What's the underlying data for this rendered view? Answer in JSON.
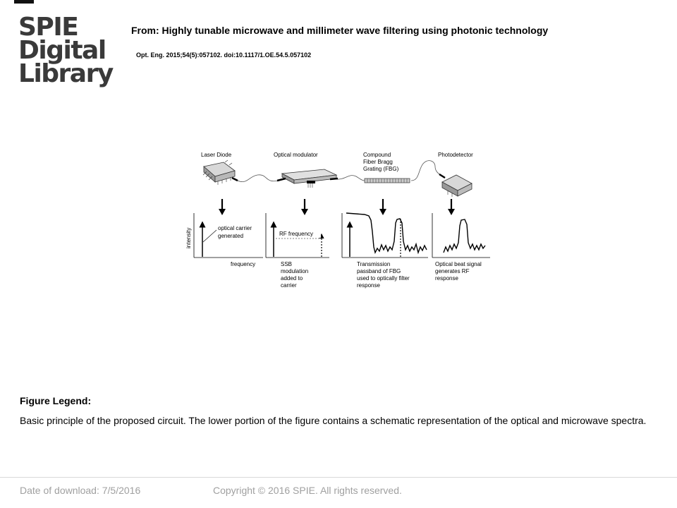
{
  "logo": {
    "line1": "SPIE",
    "line2": "Digital",
    "line3": "Library"
  },
  "header": {
    "title": "From: Highly tunable microwave and millimeter wave filtering using photonic technology",
    "citation": "Opt. Eng. 2015;54(5):057102. doi:10.1117/1.OE.54.5.057102"
  },
  "figure": {
    "components": {
      "laser": "Laser Diode",
      "modulator": "Optical modulator",
      "fbg_line1": "Compound",
      "fbg_line2": "Fiber Bragg",
      "fbg_line3": "Grating (FBG)",
      "photodetector": "Photodetector"
    },
    "panel1": {
      "ylabel": "intensity",
      "xlabel": "frequency",
      "annot_line1": "optical carrier",
      "annot_line2": "generated"
    },
    "panel2": {
      "annot": "RF frequency",
      "cap1": "SSB",
      "cap2": "modulation",
      "cap3": "added to",
      "cap4": "carrier"
    },
    "panel3": {
      "cap1": "Transmission",
      "cap2": "passband of FBG",
      "cap3": "used to optically filter",
      "cap4": "response"
    },
    "panel4": {
      "cap1": "Optical beat signal",
      "cap2": "generates RF",
      "cap3": "response"
    }
  },
  "legend": {
    "heading": "Figure Legend:",
    "text": "Basic principle of the proposed circuit. The lower portion of the figure contains a schematic representation of the optical and microwave spectra."
  },
  "footer": {
    "date": "Date of download:  7/5/2016",
    "copyright": "Copyright © 2016 SPIE. All rights reserved."
  }
}
